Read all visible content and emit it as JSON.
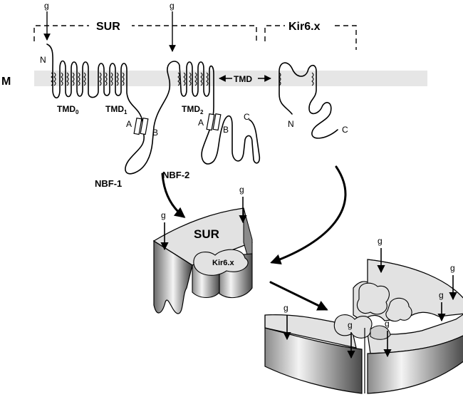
{
  "labels": {
    "sur_top": "SUR",
    "kir_top": "Kir6.x",
    "membrane": "M",
    "tmd": "TMD",
    "tmd0": "TMD",
    "tmd0_sub": "0",
    "tmd1": "TMD",
    "tmd1_sub": "1",
    "tmd2": "TMD",
    "tmd2_sub": "2",
    "a": "A",
    "b": "B",
    "n": "N",
    "c": "C",
    "nbf1": "NBF-1",
    "nbf2": "NBF-2",
    "glyco": "g",
    "sur_block": "SUR",
    "kir_block": "Kir6.x"
  },
  "colors": {
    "membrane": "#e6e6e6",
    "block_top": "#e2e2e2",
    "block_side_light": "#f2f2f2",
    "block_side_dark": "#4a4a4a"
  }
}
